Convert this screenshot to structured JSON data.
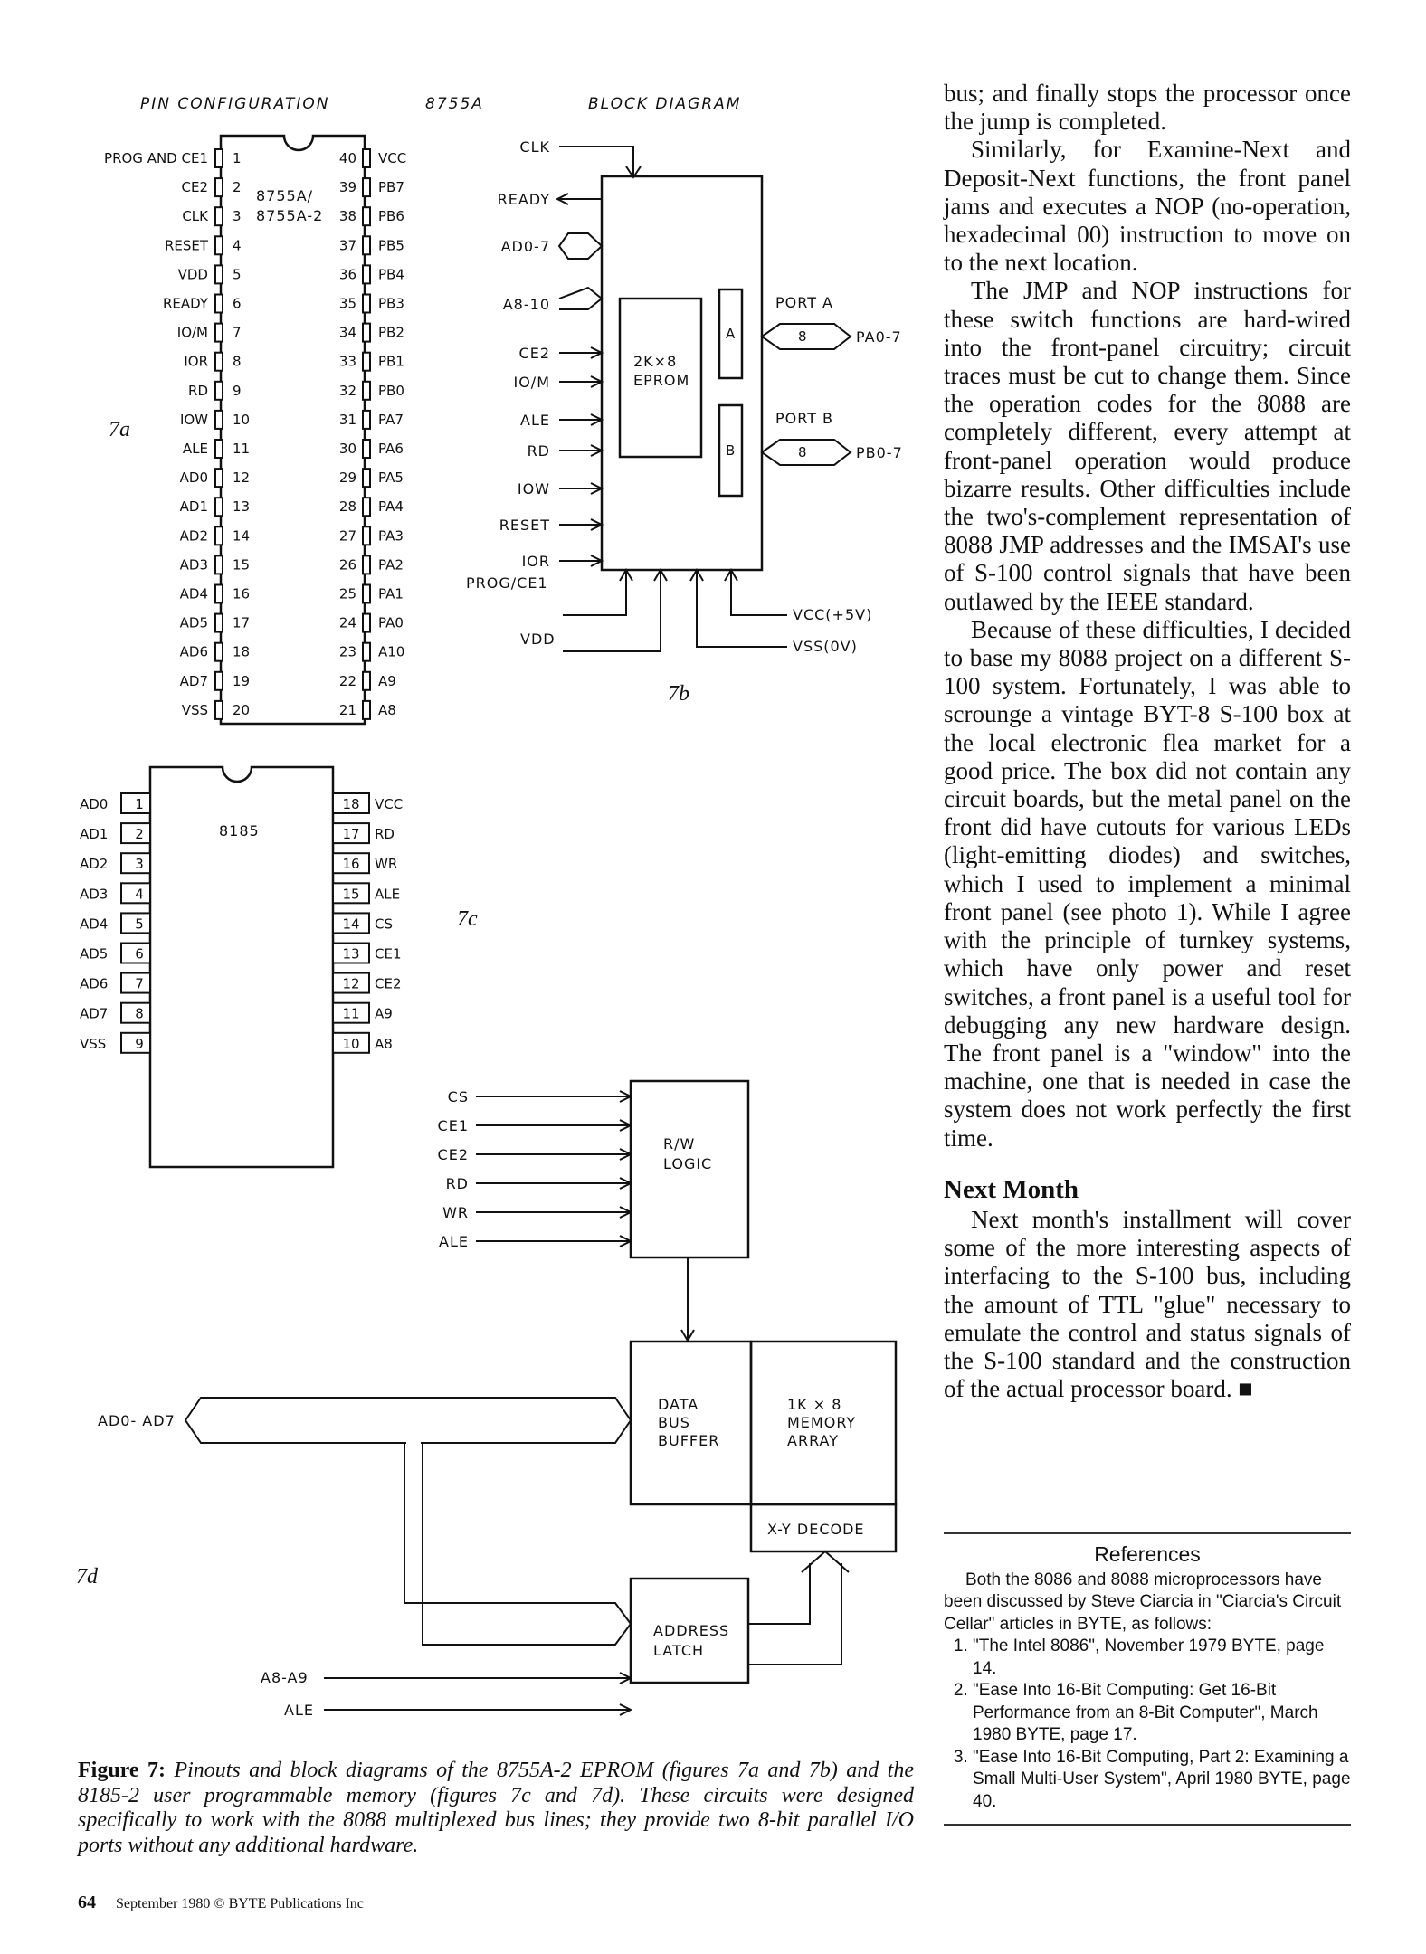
{
  "figure": {
    "pin_heading": "PIN CONFIGURATION",
    "part_heading": "8755A",
    "block_heading": "BLOCK DIAGRAM",
    "tag_7a": "7a",
    "tag_7b": "7b",
    "tag_7c": "7c",
    "tag_7d": "7d",
    "chip_8755_label_1": "8755A/",
    "chip_8755_label_2": "8755A-2",
    "pins_8755_left": [
      {
        "num": "1",
        "name": "PROG AND CE1"
      },
      {
        "num": "2",
        "name": "CE2"
      },
      {
        "num": "3",
        "name": "CLK"
      },
      {
        "num": "4",
        "name": "RESET"
      },
      {
        "num": "5",
        "name": "VDD"
      },
      {
        "num": "6",
        "name": "READY"
      },
      {
        "num": "7",
        "name": "IO/M"
      },
      {
        "num": "8",
        "name": "IOR"
      },
      {
        "num": "9",
        "name": "RD"
      },
      {
        "num": "10",
        "name": "IOW"
      },
      {
        "num": "11",
        "name": "ALE"
      },
      {
        "num": "12",
        "name": "AD0"
      },
      {
        "num": "13",
        "name": "AD1"
      },
      {
        "num": "14",
        "name": "AD2"
      },
      {
        "num": "15",
        "name": "AD3"
      },
      {
        "num": "16",
        "name": "AD4"
      },
      {
        "num": "17",
        "name": "AD5"
      },
      {
        "num": "18",
        "name": "AD6"
      },
      {
        "num": "19",
        "name": "AD7"
      },
      {
        "num": "20",
        "name": "VSS"
      }
    ],
    "pins_8755_right": [
      {
        "num": "40",
        "name": "VCC"
      },
      {
        "num": "39",
        "name": "PB7"
      },
      {
        "num": "38",
        "name": "PB6"
      },
      {
        "num": "37",
        "name": "PB5"
      },
      {
        "num": "36",
        "name": "PB4"
      },
      {
        "num": "35",
        "name": "PB3"
      },
      {
        "num": "34",
        "name": "PB2"
      },
      {
        "num": "33",
        "name": "PB1"
      },
      {
        "num": "32",
        "name": "PB0"
      },
      {
        "num": "31",
        "name": "PA7"
      },
      {
        "num": "30",
        "name": "PA6"
      },
      {
        "num": "29",
        "name": "PA5"
      },
      {
        "num": "28",
        "name": "PA4"
      },
      {
        "num": "27",
        "name": "PA3"
      },
      {
        "num": "26",
        "name": "PA2"
      },
      {
        "num": "25",
        "name": "PA1"
      },
      {
        "num": "24",
        "name": "PA0"
      },
      {
        "num": "23",
        "name": "A10"
      },
      {
        "num": "22",
        "name": "A9"
      },
      {
        "num": "21",
        "name": "A8"
      }
    ],
    "block_7b": {
      "inputs": [
        "CLK",
        "READY",
        "AD0-7",
        "A8-10",
        "CE2",
        "IO/M",
        "ALE",
        "RD",
        "IOW",
        "RESET",
        "IOR"
      ],
      "bottom_inputs": [
        "PROG/CE1",
        "VDD"
      ],
      "power": [
        "VCC(+5V)",
        "VSS(0V)"
      ],
      "eprom_1": "2K×8",
      "eprom_2": "EPROM",
      "latch_a": "A",
      "latch_b": "B",
      "port_a": "PORT A",
      "port_b": "PORT B",
      "port_width": "8",
      "pa_bus": "PA0-7",
      "pb_bus": "PB0-7"
    },
    "chip_8185_label": "8185",
    "pins_8185_left": [
      {
        "num": "1",
        "name": "AD0"
      },
      {
        "num": "2",
        "name": "AD1"
      },
      {
        "num": "3",
        "name": "AD2"
      },
      {
        "num": "4",
        "name": "AD3"
      },
      {
        "num": "5",
        "name": "AD4"
      },
      {
        "num": "6",
        "name": "AD5"
      },
      {
        "num": "7",
        "name": "AD6"
      },
      {
        "num": "8",
        "name": "AD7"
      },
      {
        "num": "9",
        "name": "VSS"
      }
    ],
    "pins_8185_right": [
      {
        "num": "18",
        "name": "VCC"
      },
      {
        "num": "17",
        "name": "RD"
      },
      {
        "num": "16",
        "name": "WR"
      },
      {
        "num": "15",
        "name": "ALE"
      },
      {
        "num": "14",
        "name": "CS"
      },
      {
        "num": "13",
        "name": "CE1"
      },
      {
        "num": "12",
        "name": "CE2"
      },
      {
        "num": "11",
        "name": "A9"
      },
      {
        "num": "10",
        "name": "A8"
      }
    ],
    "block_7d": {
      "rw_inputs": [
        "CS",
        "CE1",
        "CE2",
        "RD",
        "WR",
        "ALE"
      ],
      "rw_1": "R/W",
      "rw_2": "LOGIC",
      "dbb_1": "DATA",
      "dbb_2": "BUS",
      "dbb_3": "BUFFER",
      "mem_1": "1K × 8",
      "mem_2": "MEMORY",
      "mem_3": "ARRAY",
      "xy": "X-Y DECODE",
      "al_1": "ADDRESS",
      "al_2": "LATCH",
      "bus": "AD0- AD7",
      "a8a9": "A8-A9",
      "ale": "ALE"
    }
  },
  "body": {
    "p1": "bus; and finally stops the processor once the jump is completed.",
    "p2": "Similarly, for Examine-Next and Deposit-Next functions, the front panel jams and executes a NOP (no-operation, hexadecimal 00) instruction to move on to the next location.",
    "p3": "The JMP and NOP instructions for these switch functions are hard-wired into the front-panel circuitry; circuit traces must be cut to change them. Since the operation codes for the 8088 are completely different, every attempt at front-panel operation would produce bizarre results. Other difficulties include the two's-complement representation of 8088 JMP addresses and the IMSAI's use of S-100 control signals that have been outlawed by the IEEE standard.",
    "p4": "Because of these difficulties, I decided to base my 8088 project on a different S-100 system. Fortunately, I was able to scrounge a vintage BYT-8 S-100 box at the local electronic flea market for a good price. The box did not contain any circuit boards, but the metal panel on the front did have cutouts for various LEDs (light-emitting diodes) and switches, which I used to implement a minimal front panel (see photo 1). While I agree with the principle of turnkey systems, which have only power and reset switches, a front panel is a useful tool for debugging any new hardware design. The front panel is a \"window\" into the machine, one that is needed in case the system does not work perfectly the first time.",
    "heading": "Next Month",
    "p5": "Next month's installment will cover some of the more interesting aspects of interfacing to the S-100 bus, including the amount of TTL \"glue\" necessary to emulate the control and status signals of the S-100 standard and the construction of the actual processor board.",
    "end_mark": "■"
  },
  "references": {
    "title": "References",
    "intro": "Both the 8086 and 8088 microprocessors have been discussed by Steve Ciarcia in \"Ciarcia's Circuit Cellar\" articles in BYTE, as follows:",
    "items": [
      "\"The Intel 8086\", November 1979 BYTE, page 14.",
      "\"Ease Into 16-Bit Computing: Get 16-Bit Performance from an 8-Bit Computer\", March 1980 BYTE, page 17.",
      "\"Ease Into 16-Bit Computing, Part 2: Examining a Small Multi-User System\", April 1980 BYTE, page 40."
    ]
  },
  "caption": {
    "label": "Figure 7:",
    "text": "Pinouts and block diagrams of the 8755A-2 EPROM (figures 7a and 7b) and the 8185-2 user programmable memory (figures 7c and 7d). These circuits were designed specifically to work with the 8088 multiplexed bus lines; they provide two 8-bit parallel I/O ports without any additional hardware."
  },
  "footer": {
    "page": "64",
    "text": "September 1980 © BYTE Publications Inc"
  }
}
